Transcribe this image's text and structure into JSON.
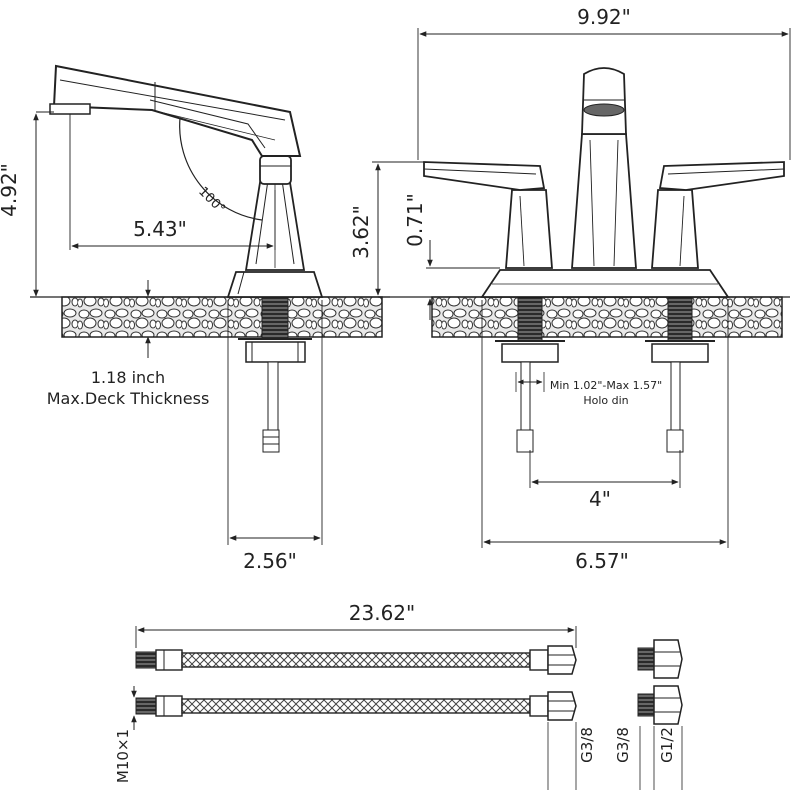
{
  "dimensions": {
    "side_height": "4.92\"",
    "side_reach": "5.43\"",
    "side_angle": "100°",
    "side_base_width": "2.56\"",
    "deck_thickness_line1": "1.18 inch",
    "deck_thickness_line2": "Max.Deck Thickness",
    "front_width": "9.92\"",
    "front_height": "3.62\"",
    "front_base_height": "0.71\"",
    "hole_diameter_line1": "Min 1.02\"-Max 1.57\"",
    "hole_diameter_line2": "Holo din",
    "center_spacing": "4\"",
    "front_base_width": "6.57\"",
    "hose_length": "23.62\"",
    "thread_m10": "M10×1",
    "thread_g38_hose": "G3/8",
    "thread_g38_adapter": "G3/8",
    "thread_g12": "G1/2"
  },
  "colors": {
    "line": "#222222",
    "deck_fill": "#e6e6e6",
    "stone": "#ffffff"
  }
}
